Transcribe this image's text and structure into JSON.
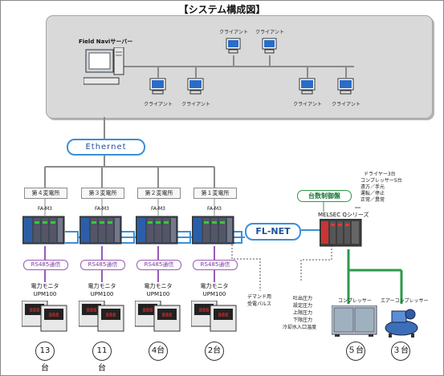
{
  "title": "【システム構成図】",
  "server": {
    "label": "Field Naviサーバー"
  },
  "clients": [
    {
      "label": "クライアント"
    },
    {
      "label": "クライアント"
    },
    {
      "label": "クライアント"
    },
    {
      "label": "クライアント"
    },
    {
      "label": "クライアント"
    },
    {
      "label": "クライアント"
    }
  ],
  "ethernet": {
    "label": "Ethernet"
  },
  "substations": [
    {
      "name": "第４変電所",
      "plc": "FA-M3",
      "comm": "RS485通信",
      "monitor": "電力モニタ",
      "model": "UPM100",
      "count": "13台"
    },
    {
      "name": "第３変電所",
      "plc": "FA-M3",
      "comm": "RS485通信",
      "monitor": "電力モニタ",
      "model": "UPM100",
      "count": "11台"
    },
    {
      "name": "第２変電所",
      "plc": "FA-M3",
      "comm": "RS485通信",
      "monitor": "電力モニタ",
      "model": "UPM100",
      "count": "4台"
    },
    {
      "name": "第１変電所",
      "plc": "FA-M3",
      "comm": "RS485通信",
      "monitor": "電力モニタ",
      "model": "UPM100",
      "count": "2台"
    }
  ],
  "flnet": {
    "label": "FL-NET"
  },
  "demand": {
    "line1": "デマンド用",
    "line2": "受電パルス"
  },
  "controller": {
    "label": "台数制御盤",
    "plc": "MELSEC Qシリーズ",
    "notes": [
      "ドライヤー3台",
      "コンプレッサー5台",
      "遠方／手元",
      "運転／停止",
      "正常／異常"
    ]
  },
  "signals": [
    "吐出圧力",
    "設定圧力",
    "上限圧力",
    "下限圧力",
    "冷却水入口温度"
  ],
  "compressors": [
    {
      "label": "コンプレッサー",
      "count": "５台"
    },
    {
      "label": "エアーコンプレッサー",
      "count": "３台"
    }
  ],
  "colors": {
    "ethernet": "#3b8fd6",
    "rs485": "#9a5ab5",
    "control": "#2c9a4a",
    "grey_line": "#9a9a9a"
  }
}
